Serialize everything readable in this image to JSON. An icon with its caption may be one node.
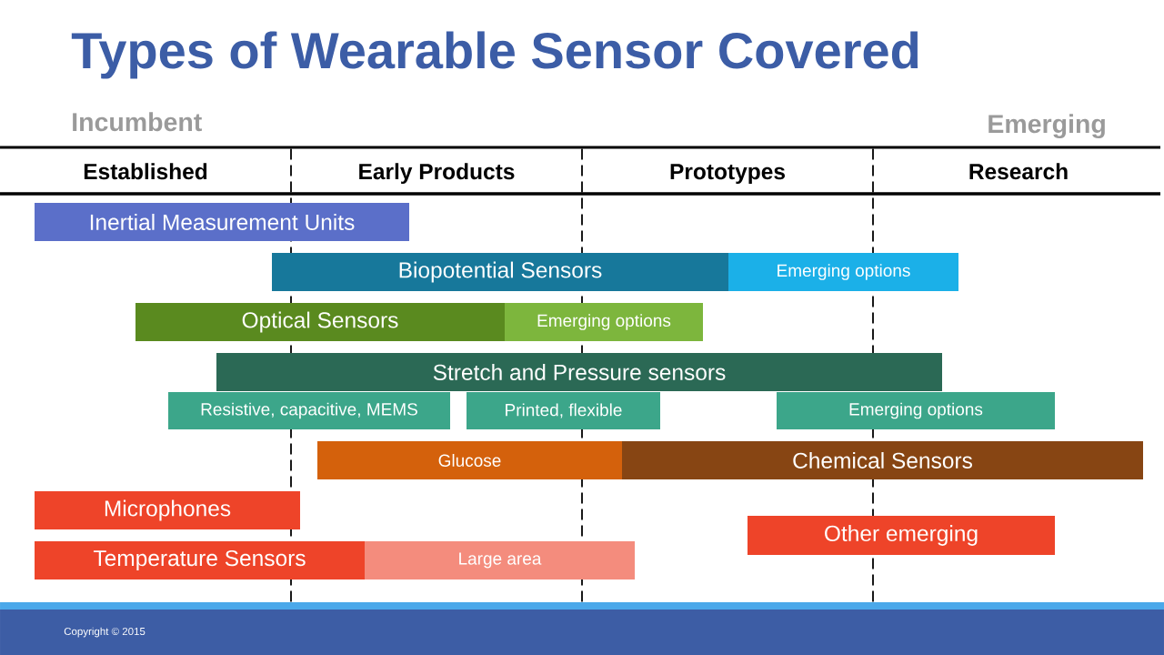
{
  "diagram": {
    "title": "Types of Wearable Sensor Covered",
    "nodes": [
      {
        "text": [
          "Inertial Measurement Units"
        ]
      },
      {
        "text": [
          "Biopotential Sensors"
        ]
      },
      {
        "text": [
          "Emerging options"
        ]
      },
      {
        "text": [
          "Optical Sensors"
        ]
      },
      {
        "text": [
          "Emerging options"
        ]
      },
      {
        "text": [
          "Stretch and Pressure sensors"
        ]
      },
      {
        "text": [
          "Resistive, capacitive, MEMS"
        ]
      },
      {
        "text": [
          "Printed, flexible"
        ]
      },
      {
        "text": [
          "Emerging options"
        ]
      },
      {
        "text": [
          "Glucose"
        ]
      },
      {
        "text": [
          "Chemical Sensors"
        ]
      },
      {
        "text": [
          "Microphones"
        ]
      },
      {
        "text": [
          "Temperature Sensors"
        ]
      },
      {
        "text": [
          "Large area"
        ]
      },
      {
        "text": [
          "Other emerging"
        ]
      }
    ],
    "labels": [
      "Incumbent",
      "Emerging",
      "Established",
      "Early Products",
      "Prototypes",
      "Research",
      "Copyright © 2015"
    ]
  }
}
